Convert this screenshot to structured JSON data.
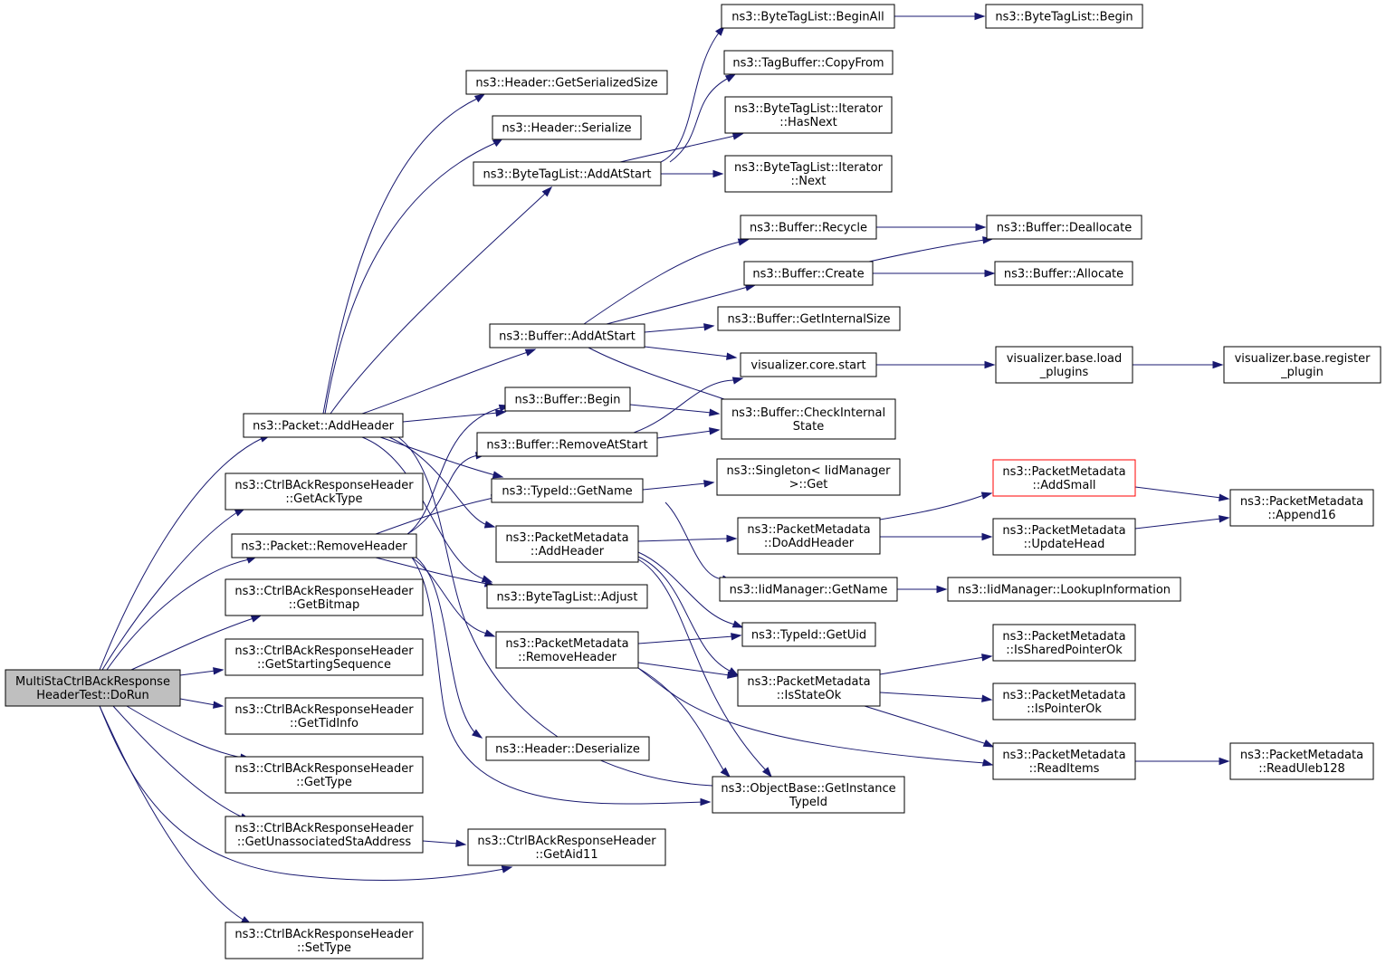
{
  "graph": {
    "accent_color": "#191970",
    "root_fill": "#bfbfbf",
    "flagged_border": "#ff0000",
    "nodes": [
      {
        "id": "doRun",
        "lines": [
          "MultiStaCtrlBAckResponse",
          "HeaderTest::DoRun"
        ],
        "style": "root"
      },
      {
        "id": "addHeader",
        "lines": [
          "ns3::Packet::AddHeader"
        ]
      },
      {
        "id": "getAckType",
        "lines": [
          "ns3::CtrlBAckResponseHeader",
          "::GetAckType"
        ]
      },
      {
        "id": "removeHeader",
        "lines": [
          "ns3::Packet::RemoveHeader"
        ]
      },
      {
        "id": "getBitmap",
        "lines": [
          "ns3::CtrlBAckResponseHeader",
          "::GetBitmap"
        ]
      },
      {
        "id": "getStartSeq",
        "lines": [
          "ns3::CtrlBAckResponseHeader",
          "::GetStartingSequence"
        ]
      },
      {
        "id": "getTidInfo",
        "lines": [
          "ns3::CtrlBAckResponseHeader",
          "::GetTidInfo"
        ]
      },
      {
        "id": "getType",
        "lines": [
          "ns3::CtrlBAckResponseHeader",
          "::GetType"
        ]
      },
      {
        "id": "getUnassoc",
        "lines": [
          "ns3::CtrlBAckResponseHeader",
          "::GetUnassociatedStaAddress"
        ]
      },
      {
        "id": "setType",
        "lines": [
          "ns3::CtrlBAckResponseHeader",
          "::SetType"
        ]
      },
      {
        "id": "hdrGetSize",
        "lines": [
          "ns3::Header::GetSerializedSize"
        ]
      },
      {
        "id": "hdrSerialize",
        "lines": [
          "ns3::Header::Serialize"
        ]
      },
      {
        "id": "btlAddAtStart",
        "lines": [
          "ns3::ByteTagList::AddAtStart"
        ]
      },
      {
        "id": "bufAddAtStart",
        "lines": [
          "ns3::Buffer::AddAtStart"
        ]
      },
      {
        "id": "bufBegin",
        "lines": [
          "ns3::Buffer::Begin"
        ]
      },
      {
        "id": "bufRemoveAtStart",
        "lines": [
          "ns3::Buffer::RemoveAtStart"
        ]
      },
      {
        "id": "typeIdGetName",
        "lines": [
          "ns3::TypeId::GetName"
        ]
      },
      {
        "id": "pmAddHeader",
        "lines": [
          "ns3::PacketMetadata",
          "::AddHeader"
        ]
      },
      {
        "id": "btlAdjust",
        "lines": [
          "ns3::ByteTagList::Adjust"
        ]
      },
      {
        "id": "pmRemoveHeader",
        "lines": [
          "ns3::PacketMetadata",
          "::RemoveHeader"
        ]
      },
      {
        "id": "hdrDeserialize",
        "lines": [
          "ns3::Header::Deserialize"
        ]
      },
      {
        "id": "getAid11",
        "lines": [
          "ns3::CtrlBAckResponseHeader",
          "::GetAid11"
        ]
      },
      {
        "id": "btlBeginAll",
        "lines": [
          "ns3::ByteTagList::BeginAll"
        ]
      },
      {
        "id": "tagBufCopyFrom",
        "lines": [
          "ns3::TagBuffer::CopyFrom"
        ]
      },
      {
        "id": "btlItHasNext",
        "lines": [
          "ns3::ByteTagList::Iterator",
          "::HasNext"
        ]
      },
      {
        "id": "btlItNext",
        "lines": [
          "ns3::ByteTagList::Iterator",
          "::Next"
        ]
      },
      {
        "id": "bufRecycle",
        "lines": [
          "ns3::Buffer::Recycle"
        ]
      },
      {
        "id": "bufCreate",
        "lines": [
          "ns3::Buffer::Create"
        ]
      },
      {
        "id": "bufGetInternalSize",
        "lines": [
          "ns3::Buffer::GetInternalSize"
        ]
      },
      {
        "id": "vizCoreStart",
        "lines": [
          "visualizer.core.start"
        ]
      },
      {
        "id": "bufCheckInternal",
        "lines": [
          "ns3::Buffer::CheckInternal",
          "State"
        ]
      },
      {
        "id": "singletonGet",
        "lines": [
          "ns3::Singleton< IidManager",
          " >::Get"
        ]
      },
      {
        "id": "pmDoAddHeader",
        "lines": [
          "ns3::PacketMetadata",
          "::DoAddHeader"
        ]
      },
      {
        "id": "iidGetName",
        "lines": [
          "ns3::IidManager::GetName"
        ]
      },
      {
        "id": "typeIdGetUid",
        "lines": [
          "ns3::TypeId::GetUid"
        ]
      },
      {
        "id": "pmIsStateOk",
        "lines": [
          "ns3::PacketMetadata",
          "::IsStateOk"
        ]
      },
      {
        "id": "objGetInstTypeId",
        "lines": [
          "ns3::ObjectBase::GetInstance",
          "TypeId"
        ]
      },
      {
        "id": "btlBegin",
        "lines": [
          "ns3::ByteTagList::Begin"
        ]
      },
      {
        "id": "bufDeallocate",
        "lines": [
          "ns3::Buffer::Deallocate"
        ]
      },
      {
        "id": "bufAllocate",
        "lines": [
          "ns3::Buffer::Allocate"
        ]
      },
      {
        "id": "vizLoadPlugins",
        "lines": [
          "visualizer.base.load",
          "_plugins"
        ]
      },
      {
        "id": "vizRegisterPlugin",
        "lines": [
          "visualizer.base.register",
          "_plugin"
        ]
      },
      {
        "id": "pmAddSmall",
        "lines": [
          "ns3::PacketMetadata",
          "::AddSmall"
        ],
        "style": "flagged"
      },
      {
        "id": "pmUpdateHead",
        "lines": [
          "ns3::PacketMetadata",
          "::UpdateHead"
        ]
      },
      {
        "id": "iidLookupInfo",
        "lines": [
          "ns3::IidManager::LookupInformation"
        ]
      },
      {
        "id": "pmIsSharedPtrOk",
        "lines": [
          "ns3::PacketMetadata",
          "::IsSharedPointerOk"
        ]
      },
      {
        "id": "pmIsPointerOk",
        "lines": [
          "ns3::PacketMetadata",
          "::IsPointerOk"
        ]
      },
      {
        "id": "pmReadItems",
        "lines": [
          "ns3::PacketMetadata",
          "::ReadItems"
        ]
      },
      {
        "id": "pmAppend16",
        "lines": [
          "ns3::PacketMetadata",
          "::Append16"
        ]
      },
      {
        "id": "pmReadUleb128",
        "lines": [
          "ns3::PacketMetadata",
          "::ReadUleb128"
        ]
      }
    ]
  }
}
